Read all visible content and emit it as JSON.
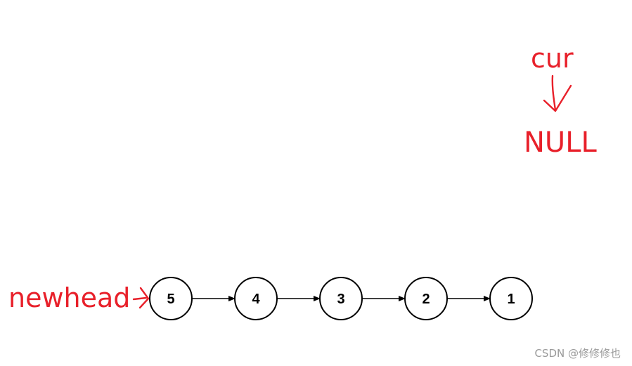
{
  "labels": {
    "cur": "cur",
    "null": "NULL",
    "newhead": "newhead"
  },
  "nodes": [
    "5",
    "4",
    "3",
    "2",
    "1"
  ],
  "watermark": "CSDN @修修修也",
  "colors": {
    "annotation": "#e8202a",
    "node_stroke": "#000000",
    "watermark": "#9a9a9a"
  }
}
